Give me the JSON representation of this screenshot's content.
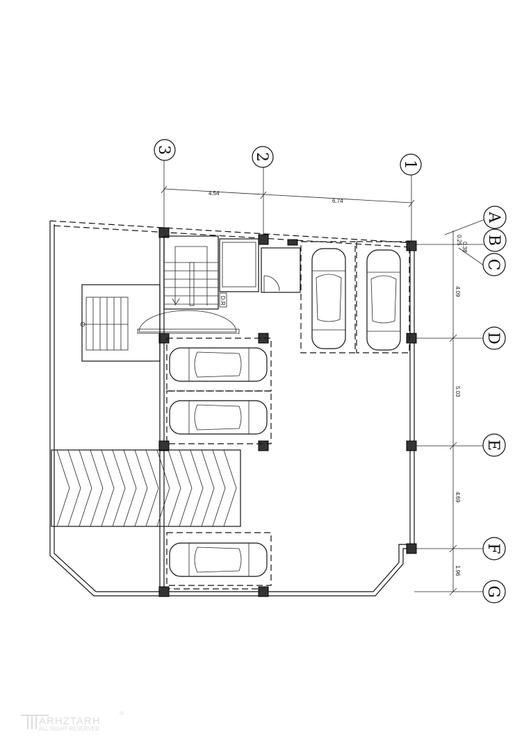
{
  "grid": {
    "columns": [
      "3",
      "2",
      "1"
    ],
    "rows": [
      "A",
      "B",
      "C",
      "D",
      "E",
      "F",
      "G"
    ]
  },
  "dimensions": {
    "horizontal": [
      "4.54",
      "6.74"
    ],
    "vertical": [
      "0.25",
      "0.38",
      "4.09",
      "5.03",
      "4.69",
      "1.96"
    ]
  },
  "labels": {
    "duct": "D.R"
  },
  "watermark": {
    "brand": "ARHZTARH",
    "tagline": "ALL RIGHT RESERVED",
    "mark": "®"
  }
}
